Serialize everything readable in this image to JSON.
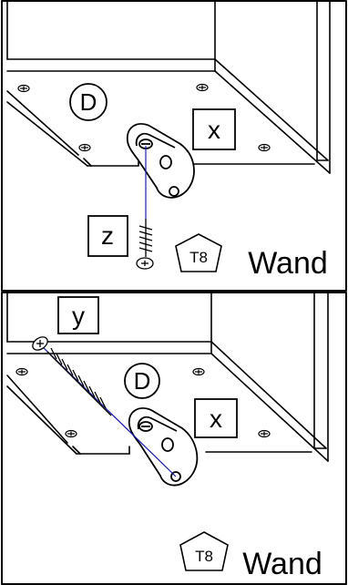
{
  "panels": [
    {
      "part_label": "D",
      "bracket_label": "x",
      "screw_label": "z",
      "tool_label": "T8",
      "target_label": "Wand"
    },
    {
      "part_label": "D",
      "bracket_label": "x",
      "screw_label": "y",
      "tool_label": "T8",
      "target_label": "Wand"
    }
  ],
  "colors": {
    "line": "#000000",
    "guide": "#1a1aa8",
    "background": "#ffffff"
  }
}
